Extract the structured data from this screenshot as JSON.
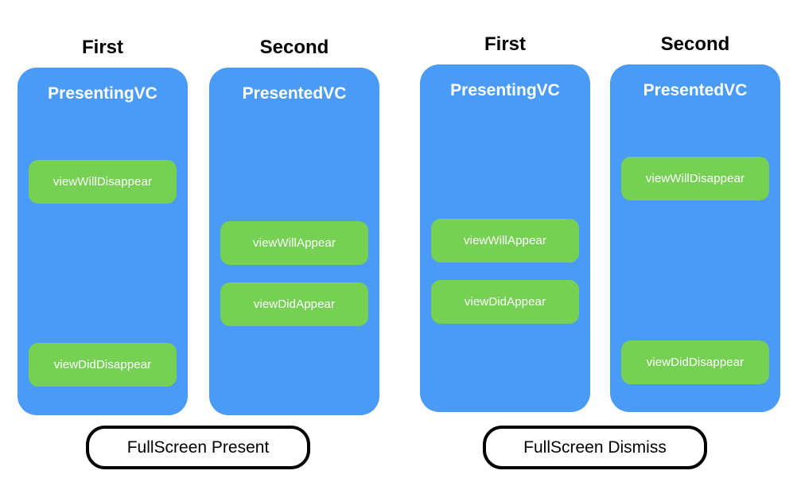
{
  "diagram": {
    "background_color": "#ffffff",
    "card_color": "#4a9bf5",
    "pill_color": "#76d054",
    "text_color": "#000000",
    "card_text_color": "#ffffff"
  },
  "groups": [
    {
      "caption": "FullScreen Present",
      "columns": [
        {
          "header": "First",
          "card_title": "PresentingVC",
          "pills": [
            "viewWillDisappear",
            "viewDidDisappear"
          ]
        },
        {
          "header": "Second",
          "card_title": "PresentedVC",
          "pills": [
            "viewWillAppear",
            "viewDidAppear"
          ]
        }
      ]
    },
    {
      "caption": "FullScreen Dismiss",
      "columns": [
        {
          "header": "First",
          "card_title": "PresentingVC",
          "pills": [
            "viewWillAppear",
            "viewDidAppear"
          ]
        },
        {
          "header": "Second",
          "card_title": "PresentedVC",
          "pills": [
            "viewWillDisappear",
            "viewDidDisappear"
          ]
        }
      ]
    }
  ]
}
